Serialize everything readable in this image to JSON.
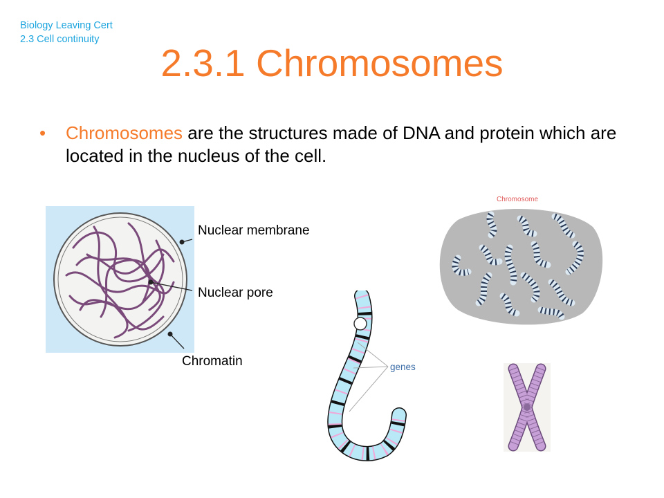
{
  "header": {
    "course_line1": "Biology Leaving Cert",
    "course_line2": "2.3 Cell continuity",
    "title": "2.3.1 Chromosomes"
  },
  "bullet": {
    "keyword": "Chromosomes",
    "text": " are the structures made of DNA and protein which are located in the nucleus of the cell."
  },
  "nucleus_diagram": {
    "labels": {
      "membrane": "Nuclear membrane",
      "pore": "Nuclear pore",
      "chromatin": "Chromatin"
    }
  },
  "cell_figure": {
    "label": "Chromosome"
  },
  "gene_figure": {
    "label": "genes"
  },
  "colors": {
    "accent": "#f57a2a",
    "course": "#1ba4de",
    "chromatin": "#7a4a7a",
    "chromosome_fill": "#b9e8f7",
    "gene_band": "#f0a8d8",
    "x_chromosome": "#c8a0d8"
  },
  "icons": [
    "bullet-dot"
  ]
}
